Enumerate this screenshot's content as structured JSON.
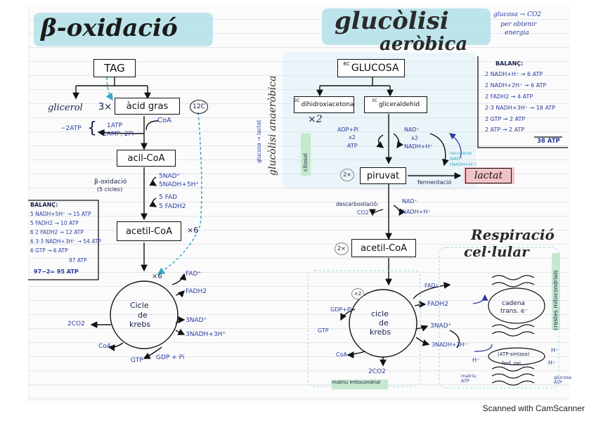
{
  "titles": {
    "beta": "β-oxidació",
    "glyco_line1": "glucòlisi",
    "glyco_line2": "aeròbica",
    "respiration_line1": "Respiració",
    "respiration_line2": "cel·lular"
  },
  "top_note": {
    "line1": "glucosa → CO2",
    "line2": "per obtenir",
    "line3": "energia"
  },
  "beta": {
    "tag": "TAG",
    "glicerol": "glicerol",
    "coef3": "3×",
    "acid_gras": "àcid gras",
    "c12": "12C",
    "coa": "CoA",
    "minus2atp": "−2ATP",
    "atp_row1": "1ATP",
    "atp_row2": "1AMP, 2Pi",
    "acil": "acil-CoA",
    "betalabel": "β-oxidació",
    "cycles": "(5 cicles)",
    "nad": "5NAD⁺",
    "nadh": "5NADH+5H⁺",
    "fad": "5 FAD",
    "fadh": "5 FADH2",
    "acetil": "acetil-CoA",
    "x6": "×6",
    "x6b": "×6",
    "krebs_l1": "Cicle",
    "krebs_l2": "de",
    "krebs_l3": "krebs",
    "k_fad": "FAD⁺",
    "k_fadh": "FADH2",
    "k_nad": "3NAD⁺",
    "k_nadh": "3NADH+3H⁺",
    "k_co2": "2CO2",
    "k_coa": "CoA",
    "k_gtp": "GTP",
    "k_gdp": "GDP + Pi"
  },
  "balance_left": {
    "title": "BALANÇ:",
    "rows": [
      "5 NADH+5H⁺ → 15 ATP",
      "5 FADH2 → 10 ATP",
      "6 2 FADH2 → 12 ATP",
      "6 3·3 NADH+3H⁺ → 54 ATP",
      "6 GTP → 6 ATP",
      "97 ATP",
      "97−2= 95 ATP"
    ]
  },
  "glyco": {
    "glucosa": "GLUCOSA",
    "g6c": "6C",
    "dihidro": "dihidroxiacetona",
    "d3c": "3C",
    "glicer": "gliceraldehid",
    "gl3c": "3C",
    "x2": "×2",
    "adp": "ADP+Pi",
    "x2a": "x2",
    "atp": "ATP",
    "nad": "NAD⁺",
    "x2b": "x2",
    "nadh": "NADH+H⁺",
    "anaer_vertical": "glucòlisi anaeròbica",
    "anaer_small": "glucosa → lactat",
    "citosol": "citosol",
    "x2p": "2×",
    "piruvat": "piruvat",
    "fermentacio": "fermentació",
    "lactat": "lactat",
    "nad_regen": "recuperar NAD⁺ (NADH+H⁺)",
    "descarbox": "descarboxilació:",
    "co2": "CO2",
    "nad2": "NAD⁺",
    "nadh2": "NADH+H⁺",
    "x2acetil": "2×",
    "acetil": "acetil-CoA",
    "x2k": "×2",
    "krebs_l1": "cicle",
    "krebs_l2": "de",
    "krebs_l3": "krebs",
    "gdp": "GDP+Pi",
    "gtp": "GTP",
    "coa": "CoA",
    "co2b": "2CO2",
    "fad": "FAD⁺",
    "fadh": "FADH2",
    "nad3": "3NAD⁺",
    "nadh3": "3NADH+3H⁺",
    "matrix": "matriu mitocondrial"
  },
  "balance_right": {
    "title": "BALANÇ:",
    "rows": [
      "2 NADH+H⁺ → 6 ATP",
      "2 NADH+2H⁺ → 6 ATP",
      "2 FADH2 → 4 ATP",
      "2·3 NADH+3H⁺ → 18 ATP",
      "2 GTP → 2 ATP",
      "2 ATP → 2 ATP"
    ],
    "total": "38 ATP"
  },
  "resp": {
    "cadena_l1": "cadena",
    "cadena_l2": "trans. e⁻",
    "atp_sint": "(ATP-sintasa)",
    "fosf": "fosf. oxi.",
    "hplus": "H⁺",
    "h1": "H⁺",
    "h2": "H⁺",
    "glucosa_atp": "glucosa ATP",
    "matriu_atp": "matriu ATP",
    "crestes": "crestes mitocondrials"
  },
  "footer": "Scanned with CamScanner"
}
